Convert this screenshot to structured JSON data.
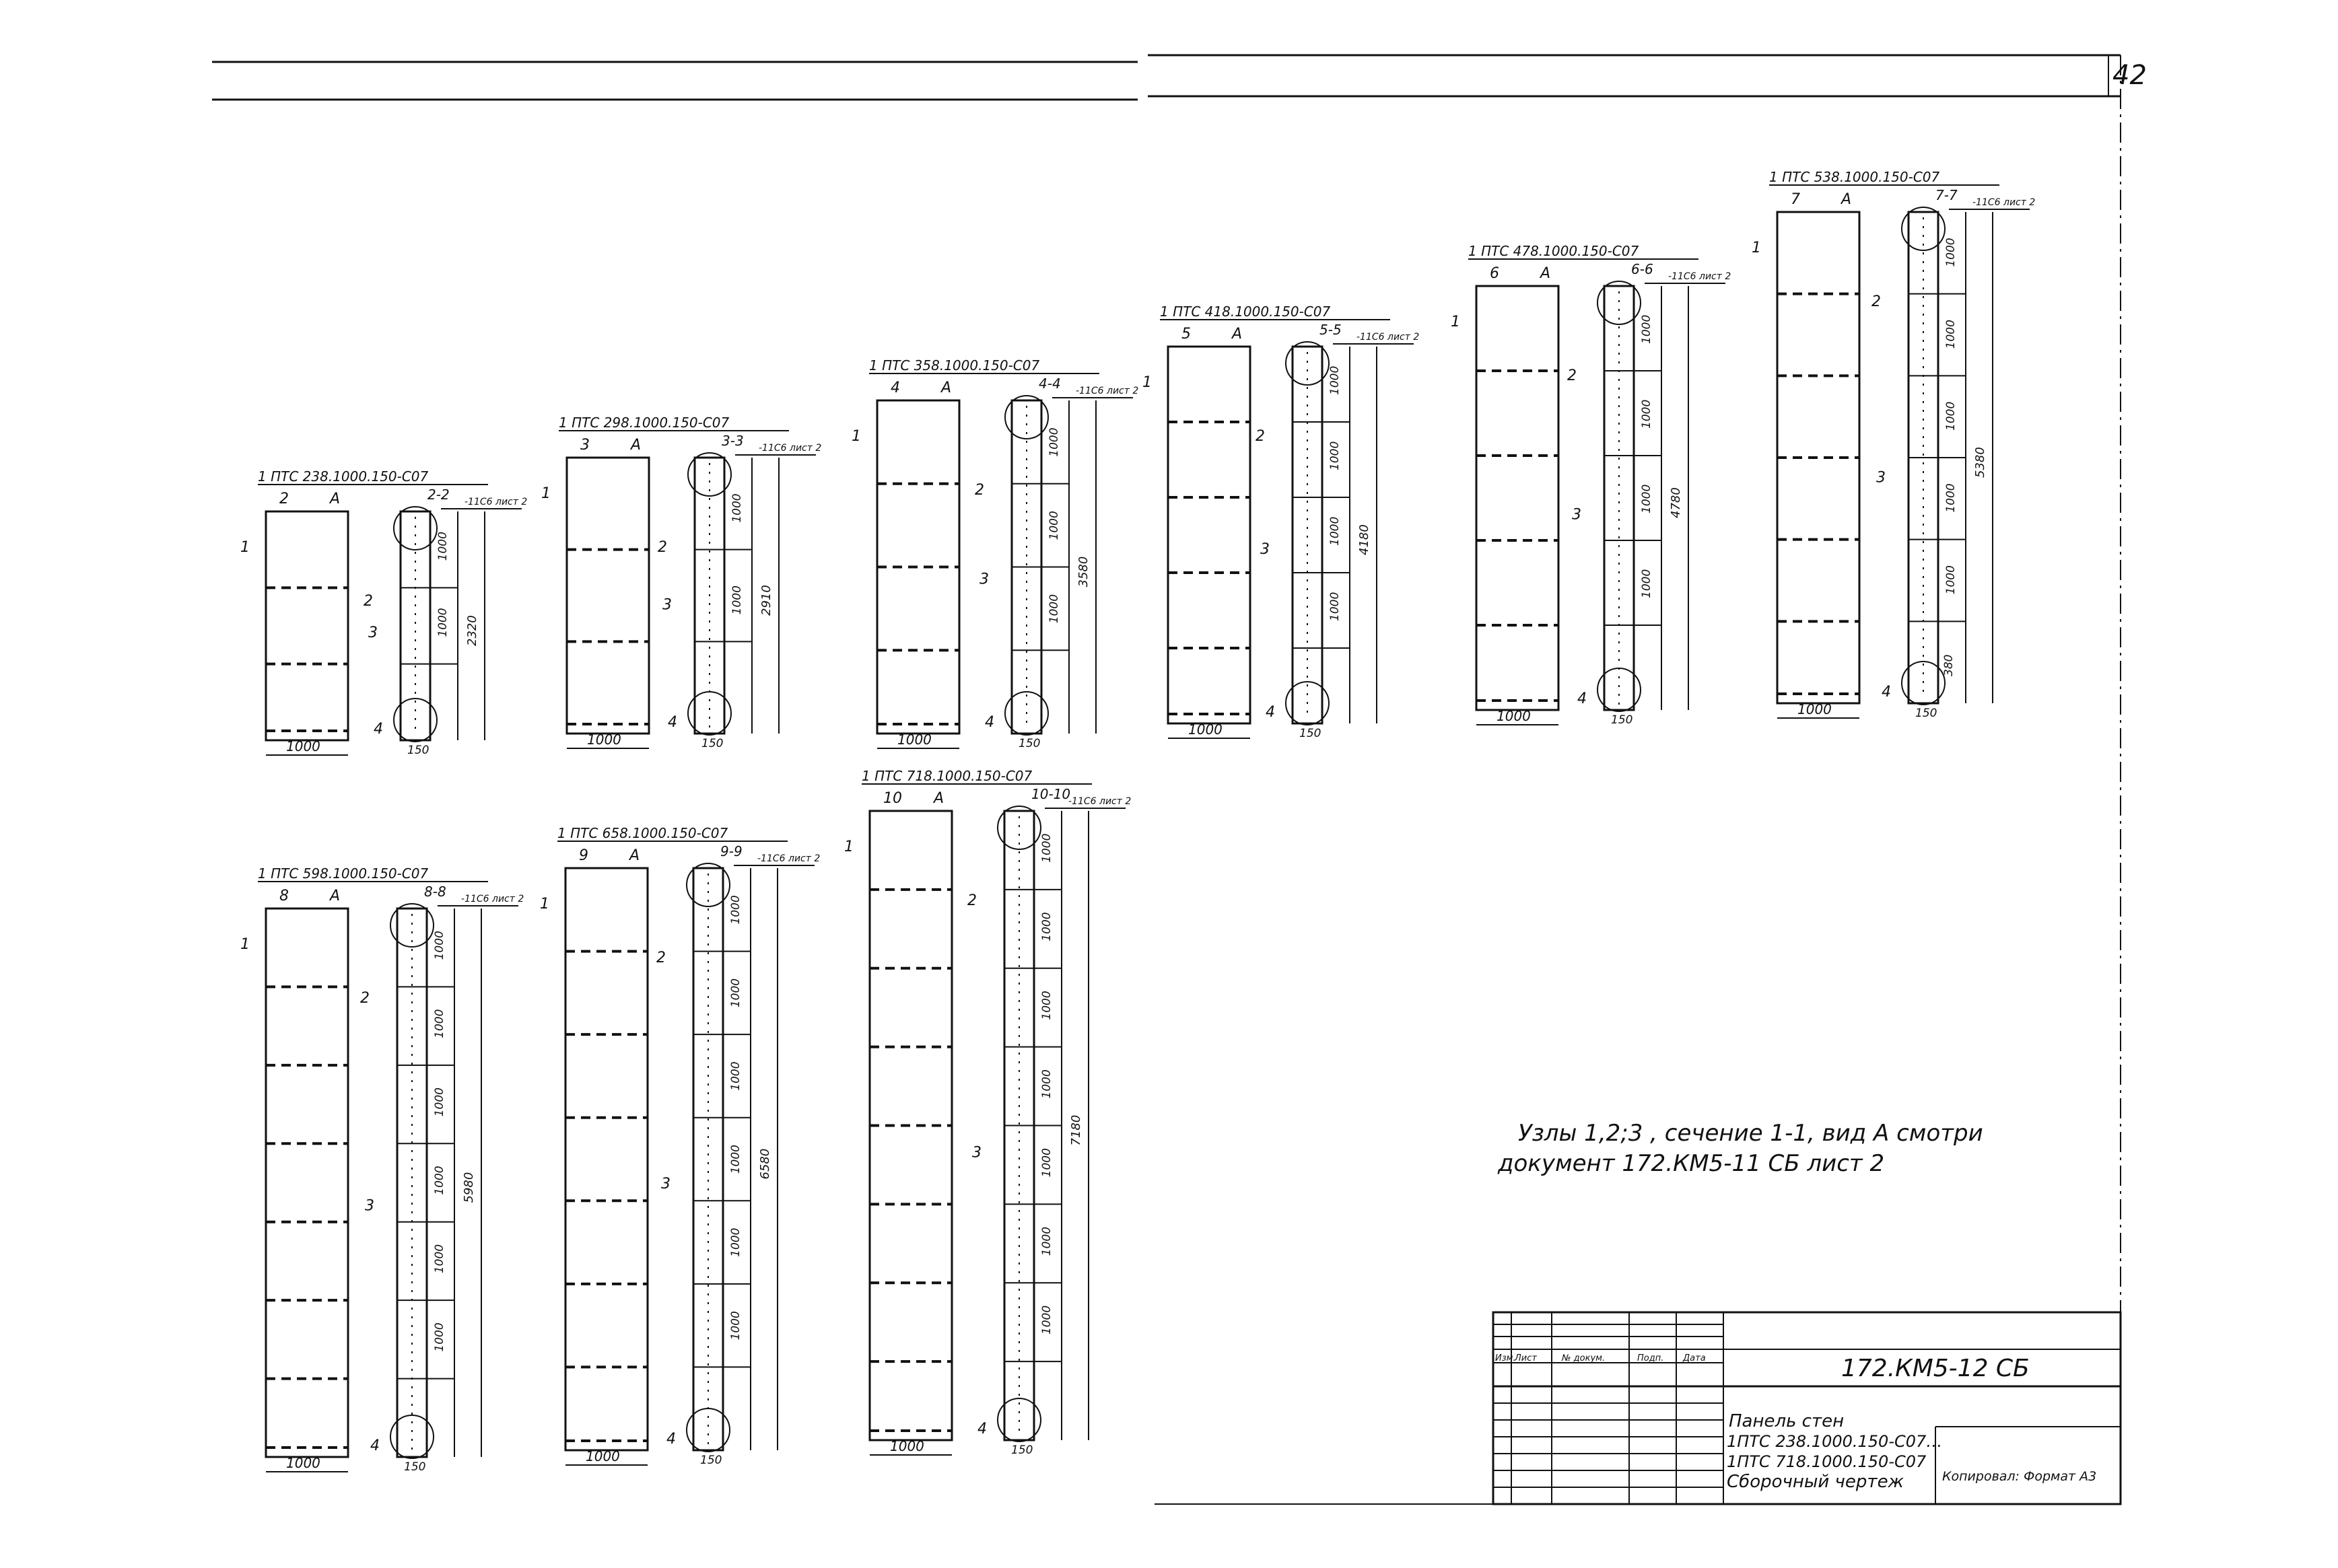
{
  "sheet": {
    "page_number": "42",
    "note_line1": "Узлы 1,2;3 , сечение 1-1, вид А  смотри",
    "note_line2": "документ 172.КМ5-11 СБ лист 2"
  },
  "title_block": {
    "code": "172.КМ5-12 СБ",
    "line1": "Панель стен",
    "line2": "1ПТС 238.1000.150-С07…",
    "line3": "1ПТС 718.1000.150-С07",
    "line4": "Сборочный чертеж",
    "rev_h1": "Изм.",
    "rev_h2": "Лист",
    "rev_h3": "№ докум.",
    "rev_h4": "Подп.",
    "rev_h5": "Дата",
    "stage_note": "Копировал: Формат А3"
  },
  "panels": [
    {
      "title": "1 ПТС 238.1000.150-С07",
      "section": "2-2",
      "mark": "2",
      "width": "1000",
      "seg": "1000",
      "total": "2320",
      "weld": "-11С6 лист 2"
    },
    {
      "title": "1 ПТС 298.1000.150-С07",
      "section": "3-3",
      "mark": "3",
      "width": "1000",
      "seg": "1000",
      "total": "2910",
      "weld": "-11С6 лист 2"
    },
    {
      "title": "1 ПТС 358.1000.150-С07",
      "section": "4-4",
      "mark": "4",
      "width": "1000",
      "seg": "1000",
      "total": "3580",
      "weld": "-11С6 лист 2"
    },
    {
      "title": "1 ПТС 418.1000.150-С07",
      "section": "5-5",
      "mark": "5",
      "width": "1000",
      "seg": "1000",
      "total": "4180",
      "weld": "-11С6 лист 2"
    },
    {
      "title": "1 ПТС 478.1000.150-С07",
      "section": "6-6",
      "mark": "6",
      "width": "1000",
      "seg": "1000",
      "total": "4780",
      "weld": "-11С6 лист 2"
    },
    {
      "title": "1 ПТС 538.1000.150-С07",
      "section": "7-7",
      "mark": "7",
      "width": "1000",
      "seg": "1000",
      "total": "5380",
      "weld": "-11С6 лист 2"
    },
    {
      "title": "1 ПТС 598.1000.150-С07",
      "section": "8-8",
      "mark": "8",
      "width": "1000",
      "seg": "1000",
      "total": "5980",
      "weld": "-11С6 лист 2"
    },
    {
      "title": "1 ПТС 658.1000.150-С07",
      "section": "9-9",
      "mark": "9",
      "width": "1000",
      "seg": "1000",
      "total": "6580",
      "weld": "-11С6 лист 2"
    },
    {
      "title": "1 ПТС 718.1000.150-С07",
      "section": "10-10",
      "mark": "10",
      "width": "1000",
      "seg": "1000",
      "total": "7180",
      "weld": "-11С6 лист 2"
    }
  ],
  "labels": {
    "view_a": "А",
    "sec_1": "1",
    "callout_2": "2",
    "callout_3": "3",
    "callout_4": "4",
    "thk": "150",
    "base": "380"
  }
}
